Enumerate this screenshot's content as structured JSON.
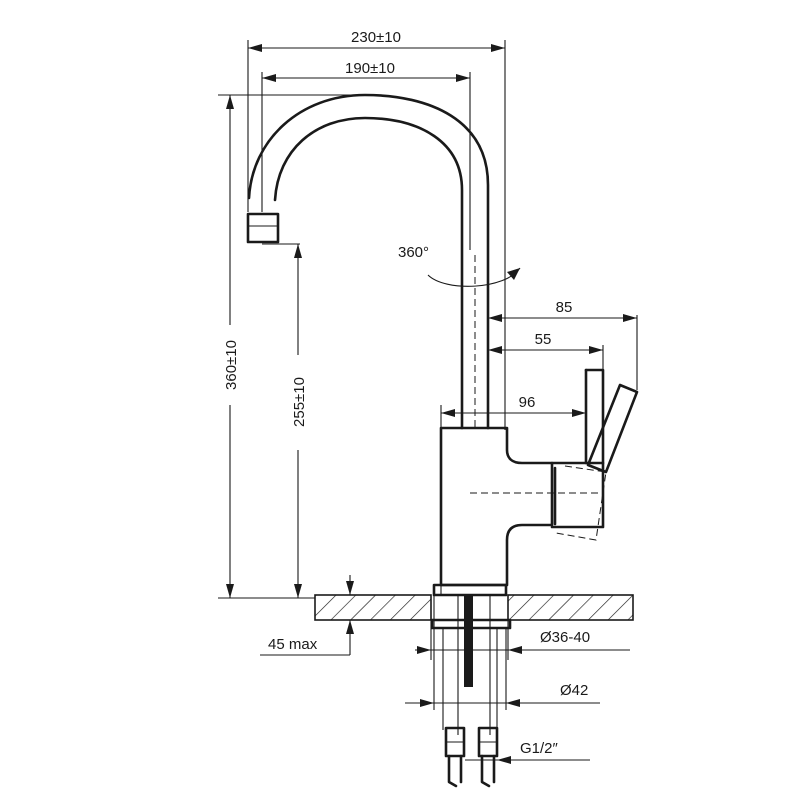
{
  "drawing": {
    "dimensions": {
      "overall_reach": "230±10",
      "spout_reach": "190±10",
      "total_height": "360±10",
      "spout_height": "255±10",
      "rotation": "360°",
      "lever_reach_max": "85",
      "lever_reach_mid": "55",
      "body_to_lever": "96",
      "counter_thickness": "45 max",
      "hole_diameter": "Ø36-40",
      "base_diameter": "Ø42",
      "thread": "G1/2″"
    },
    "colors": {
      "line": "#1a1a1a",
      "background": "#ffffff"
    }
  }
}
